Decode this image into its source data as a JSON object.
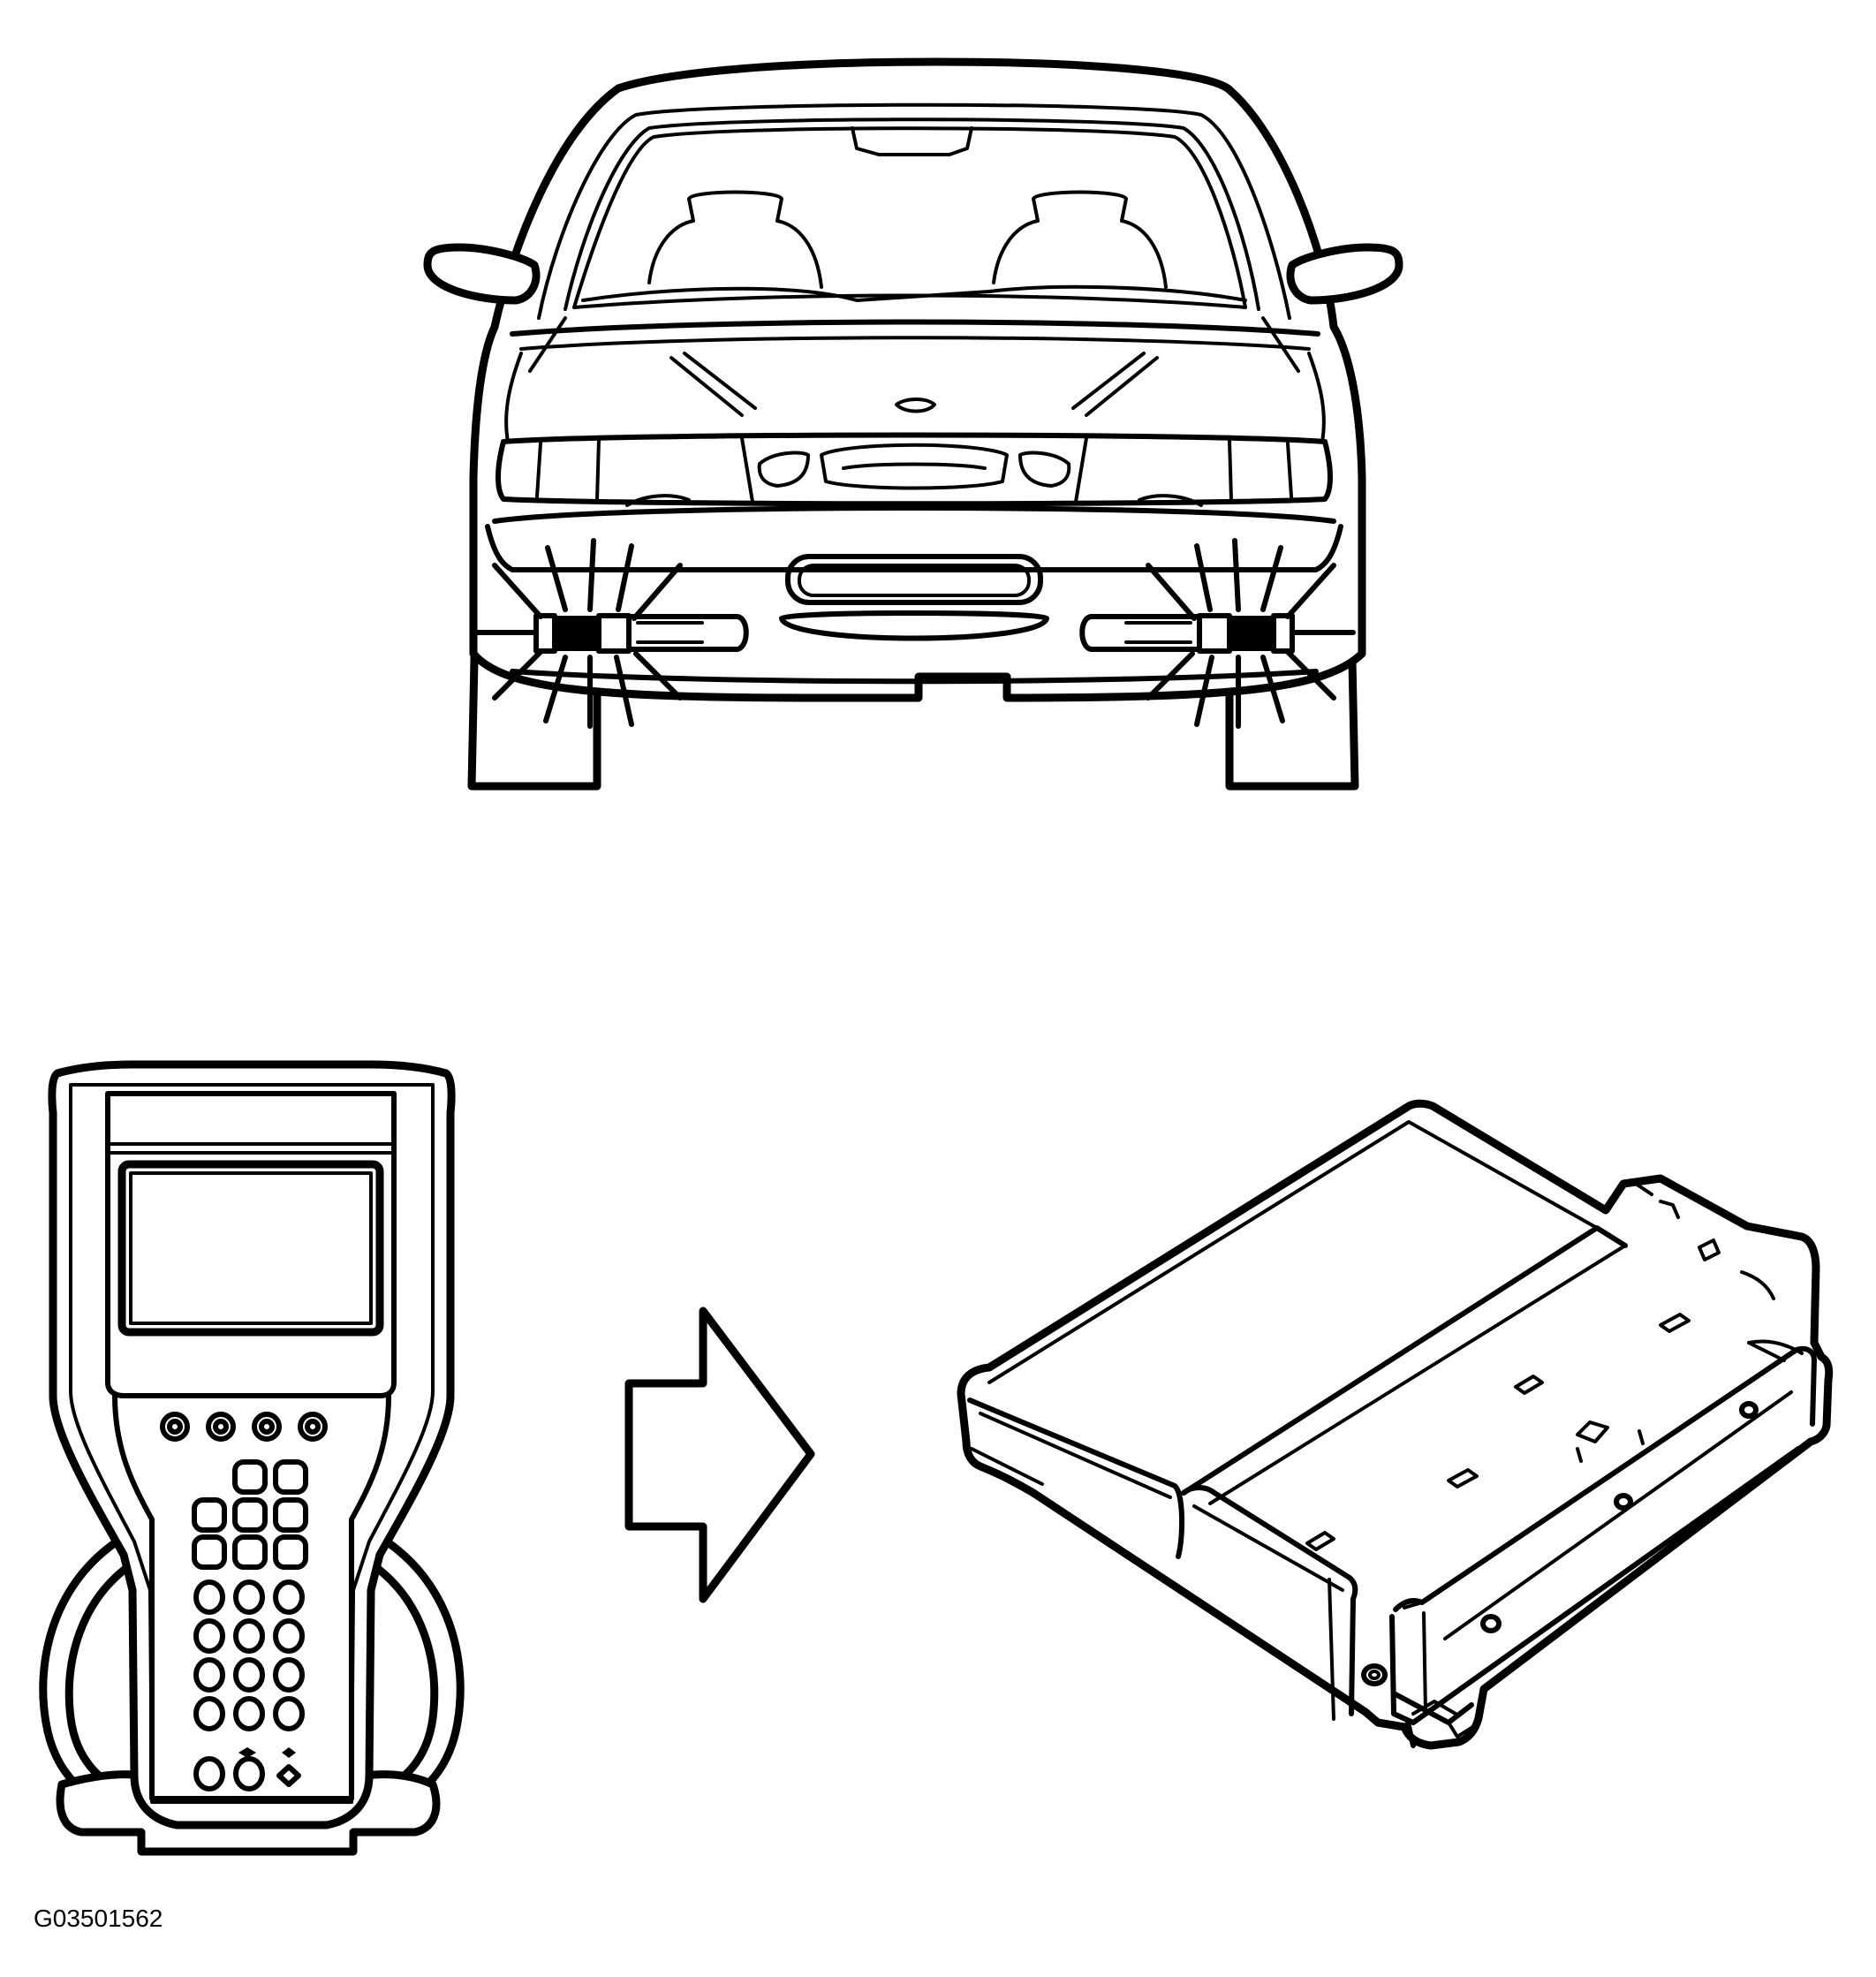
{
  "figure": {
    "id_label": "G03501562"
  },
  "colors": {
    "ink": "#000000",
    "paper": "#ffffff"
  },
  "parts": [
    {
      "name": "vehicle-front",
      "icon": "car-front-icon"
    },
    {
      "name": "fog-lamps-flashing",
      "icon": "flashing-lamp-icon"
    },
    {
      "name": "scan-tool",
      "icon": "scan-tool-icon"
    },
    {
      "name": "direction-arrow",
      "icon": "arrow-right-icon"
    },
    {
      "name": "control-module",
      "icon": "control-module-icon"
    }
  ]
}
